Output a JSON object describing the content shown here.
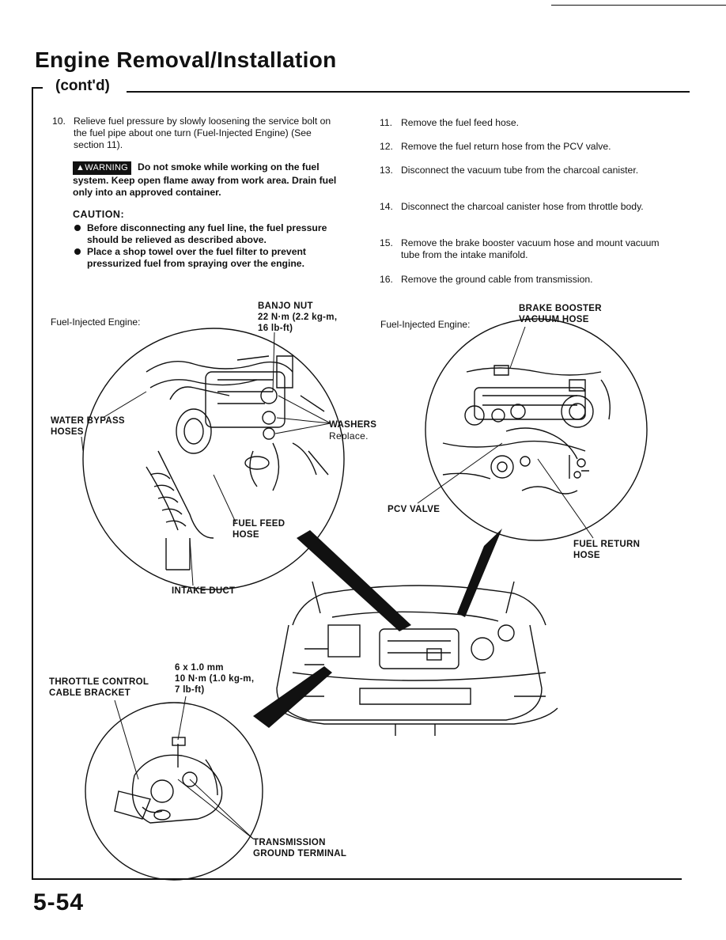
{
  "header": {
    "title": "Engine Removal/Installation",
    "subtitle": "(cont'd)"
  },
  "left_column": {
    "step10_num": "10.",
    "step10_text": "Relieve fuel pressure by slowly loosening the service bolt on the fuel pipe about one turn (Fuel-Injected Engine) (See section 11).",
    "warning_badge": "WARNING",
    "warning_text": "Do not smoke while working on the fuel system. Keep open flame away from work area. Drain fuel only into an approved container.",
    "caution_title": "CAUTION:",
    "caution_items": [
      "Before disconnecting any fuel line, the fuel pressure should be relieved as described above.",
      "Place a shop towel over the fuel filter to prevent pressurized fuel from spraying over the engine."
    ]
  },
  "right_column": {
    "steps": [
      {
        "num": "11.",
        "text": "Remove the fuel feed hose."
      },
      {
        "num": "12.",
        "text": "Remove the fuel return hose from the PCV valve."
      },
      {
        "num": "13.",
        "text": "Disconnect the vacuum tube from the charcoal canister."
      },
      {
        "num": "14.",
        "text": "Disconnect the charcoal canister hose from throttle body."
      },
      {
        "num": "15.",
        "text": "Remove the brake booster vacuum hose and mount vacuum tube from the intake manifold."
      },
      {
        "num": "16.",
        "text": "Remove the ground cable from transmission."
      }
    ]
  },
  "labels": {
    "fuel_injected_left": "Fuel-Injected Engine:",
    "banjo_nut": "BANJO NUT",
    "banjo_torque": "22 N·m (2.2 kg-m,",
    "banjo_torque2": "16 lb-ft)",
    "fuel_injected_right": "Fuel-Injected Engine:",
    "brake_booster": "BRAKE BOOSTER",
    "vacuum_hose": "VACUUM HOSE",
    "water_bypass": "WATER BYPASS",
    "hoses": "HOSES",
    "washers": "WASHERS",
    "replace": "Replace.",
    "pcv_valve": "PCV VALVE",
    "fuel_feed": "FUEL FEED",
    "hose": "HOSE",
    "fuel_return": "FUEL RETURN",
    "fuel_return_hose": "HOSE",
    "intake_duct": "INTAKE DUCT",
    "bolt_size": "6 x 1.0 mm",
    "bolt_torque": "10 N·m (1.0 kg-m,",
    "bolt_torque2": "7 lb-ft)",
    "throttle_control": "THROTTLE CONTROL",
    "cable_bracket": "CABLE BRACKET",
    "transmission": "TRANSMISSION",
    "ground_terminal": "GROUND TERMINAL"
  },
  "footer": {
    "page_number": "5-54"
  }
}
